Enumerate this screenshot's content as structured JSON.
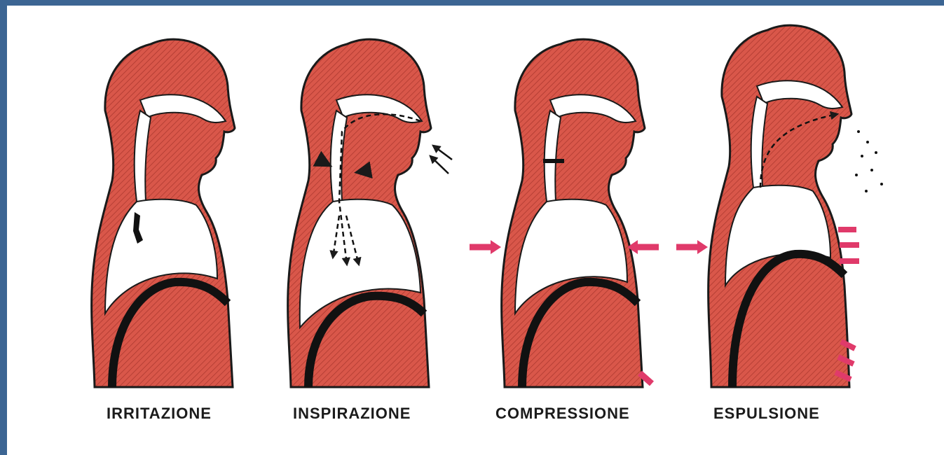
{
  "captions": [
    "IRRITAZIONE",
    "INSPIRAZIONE",
    "COMPRESSIONE",
    "ESPULSIONE"
  ],
  "colors": {
    "frame": "#3c6593",
    "tissue": "#d9574a",
    "outline": "#1a1a1a",
    "airway": "#ffffff",
    "arrow_pink": "#e03a6a"
  }
}
